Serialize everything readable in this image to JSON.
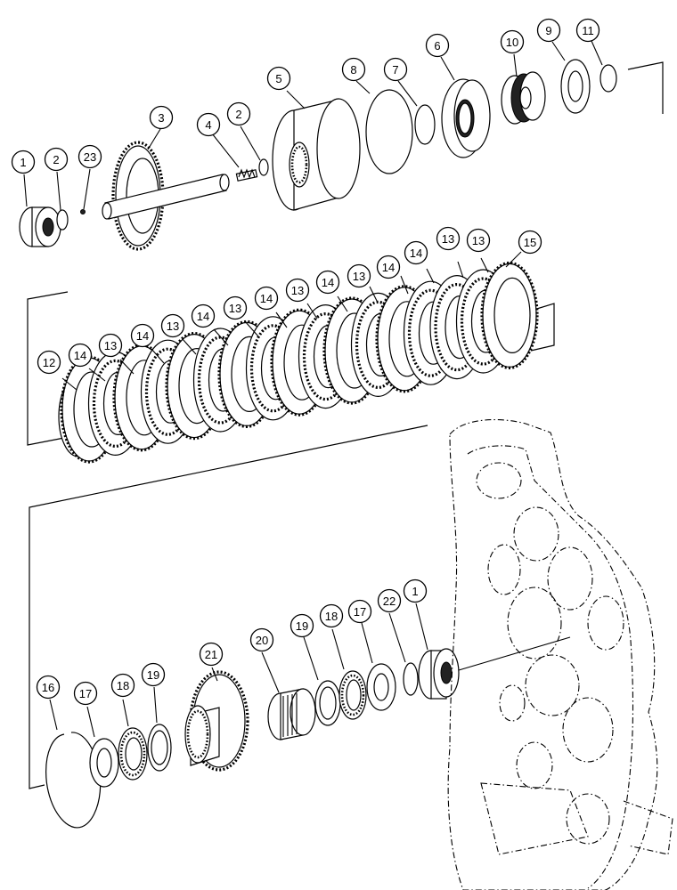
{
  "callouts": [
    {
      "id": "c-1-top",
      "label": "1"
    },
    {
      "id": "c-2-left",
      "label": "2"
    },
    {
      "id": "c-23",
      "label": "23"
    },
    {
      "id": "c-3",
      "label": "3"
    },
    {
      "id": "c-4",
      "label": "4"
    },
    {
      "id": "c-2-right",
      "label": "2"
    },
    {
      "id": "c-5",
      "label": "5"
    },
    {
      "id": "c-8",
      "label": "8"
    },
    {
      "id": "c-7",
      "label": "7"
    },
    {
      "id": "c-6",
      "label": "6"
    },
    {
      "id": "c-10",
      "label": "10"
    },
    {
      "id": "c-9",
      "label": "9"
    },
    {
      "id": "c-11",
      "label": "11"
    },
    {
      "id": "c-12",
      "label": "12"
    },
    {
      "id": "c-14-a",
      "label": "14"
    },
    {
      "id": "c-13-a",
      "label": "13"
    },
    {
      "id": "c-14-b",
      "label": "14"
    },
    {
      "id": "c-13-b",
      "label": "13"
    },
    {
      "id": "c-14-c",
      "label": "14"
    },
    {
      "id": "c-13-c",
      "label": "13"
    },
    {
      "id": "c-14-d",
      "label": "14"
    },
    {
      "id": "c-13-d",
      "label": "13"
    },
    {
      "id": "c-14-e",
      "label": "14"
    },
    {
      "id": "c-13-e",
      "label": "13"
    },
    {
      "id": "c-14-f",
      "label": "14"
    },
    {
      "id": "c-14-g",
      "label": "14"
    },
    {
      "id": "c-13-f",
      "label": "13"
    },
    {
      "id": "c-13-g",
      "label": "13"
    },
    {
      "id": "c-15",
      "label": "15"
    },
    {
      "id": "c-16",
      "label": "16"
    },
    {
      "id": "c-17-left",
      "label": "17"
    },
    {
      "id": "c-18-left",
      "label": "18"
    },
    {
      "id": "c-19-left",
      "label": "19"
    },
    {
      "id": "c-21",
      "label": "21"
    },
    {
      "id": "c-20",
      "label": "20"
    },
    {
      "id": "c-19-right",
      "label": "19"
    },
    {
      "id": "c-18-right",
      "label": "18"
    },
    {
      "id": "c-17-right",
      "label": "17"
    },
    {
      "id": "c-22",
      "label": "22"
    },
    {
      "id": "c-1-bottom",
      "label": "1"
    }
  ]
}
